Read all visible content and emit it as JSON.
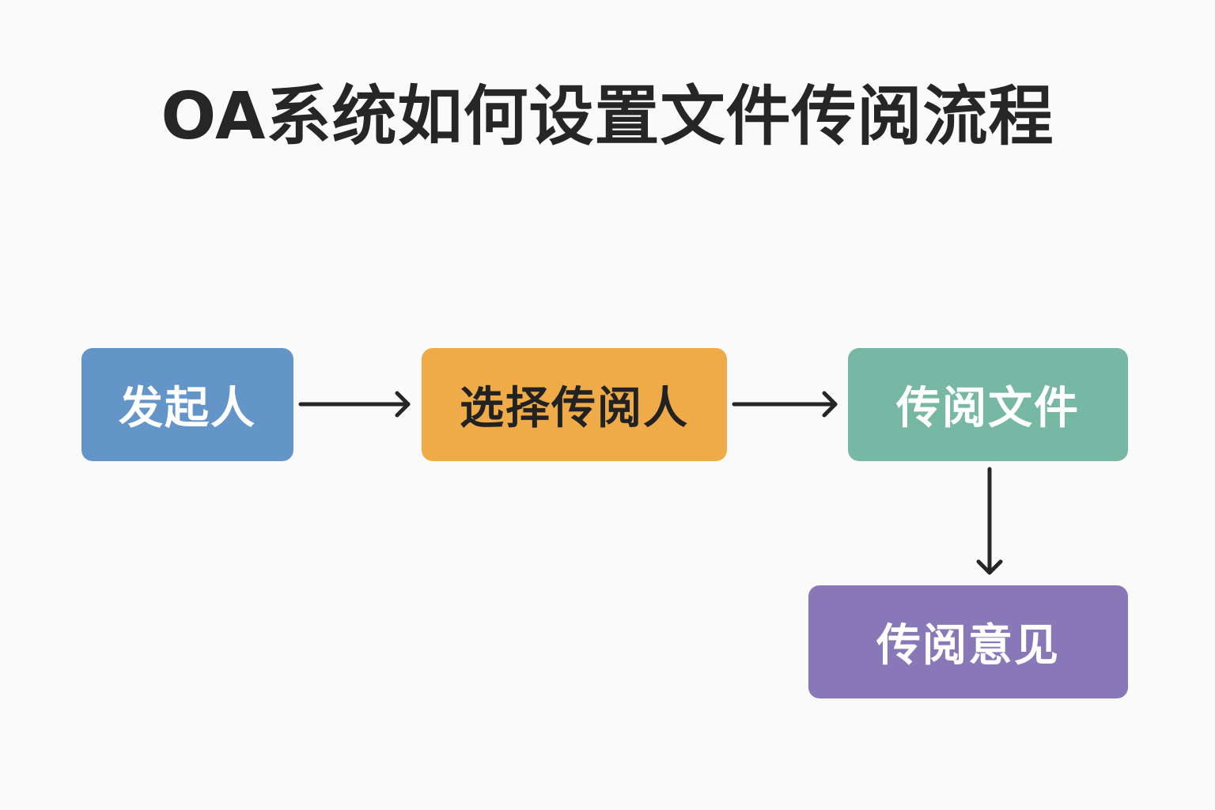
{
  "title": "OA系统如何设置文件传阅流程",
  "nodes": [
    {
      "label": "发起人",
      "color": "#6495c9",
      "text_color": "#ffffff"
    },
    {
      "label": "选择传阅人",
      "color": "#efab48",
      "text_color": "#222222"
    },
    {
      "label": "传阅文件",
      "color": "#77b8a5",
      "text_color": "#ffffff"
    },
    {
      "label": "传阅意见",
      "color": "#8878b8",
      "text_color": "#ffffff"
    }
  ],
  "edges": [
    {
      "from": "发起人",
      "to": "选择传阅人"
    },
    {
      "from": "选择传阅人",
      "to": "传阅文件"
    },
    {
      "from": "传阅文件",
      "to": "传阅意见"
    }
  ],
  "arrow_color": "#262626"
}
